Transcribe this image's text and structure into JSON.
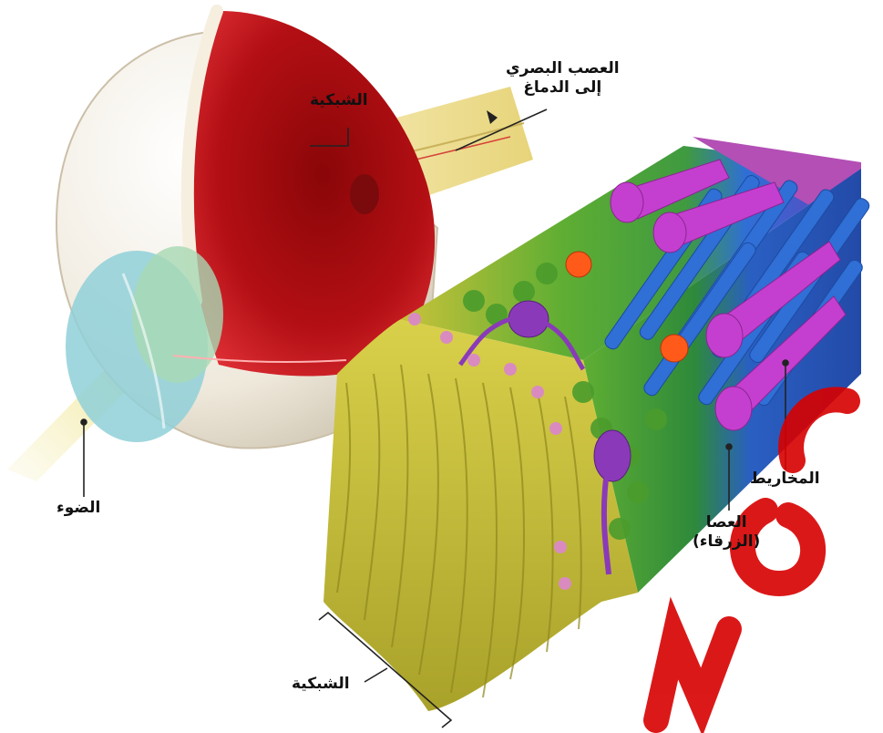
{
  "labels": {
    "retina_top": "الشبكية",
    "optic_nerve_line1": "العصب البصري",
    "optic_nerve_line2": "إلى الدماغ",
    "light": "الضوء",
    "cones": "المخاريط",
    "rods_line1": "العصا",
    "rods_line2": "(الزرقاء)",
    "retina_bottom": "الشبكية"
  },
  "colors": {
    "sclera": "#f3efe6",
    "retina_red": "#c8141a",
    "lens_blue": "#8fd0d8",
    "optic_nerve": "#efe3a0",
    "nerve_fibers": "#c9c23a",
    "ganglion_green": "#5fae33",
    "rods_blue": "#2f6fd6",
    "cones_magenta": "#c43fcf",
    "epithelium_purple": "#b34fb5",
    "watermark_red": "#d80000"
  }
}
